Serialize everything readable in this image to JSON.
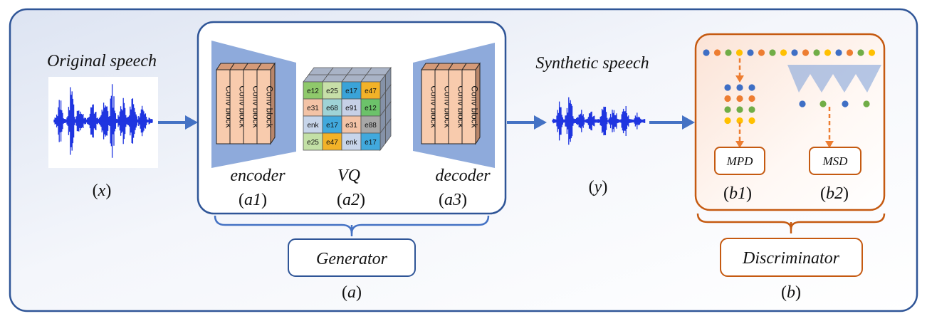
{
  "labels": {
    "original_speech": "Original speech",
    "x_label": "(",
    "x_var": "x",
    "x_close": ")",
    "synthetic_speech": "Synthetic speech",
    "y_open": "(",
    "y_var": "y",
    "y_close": ")"
  },
  "generator": {
    "encoder": "encoder",
    "encoder_id": "a1",
    "vq": "VQ",
    "vq_id": "a2",
    "decoder": "decoder",
    "decoder_id": "a3",
    "title": "Generator",
    "caption": "a",
    "conv_block_label": "Conv block",
    "codebook": [
      [
        "e12",
        "e25",
        "e17",
        "e47"
      ],
      [
        "e31",
        "e68",
        "e91",
        "e12"
      ],
      [
        "enk",
        "e17",
        "e31",
        "e88"
      ],
      [
        "e25",
        "e47",
        "enk",
        "e17"
      ]
    ],
    "codebook_colors": [
      [
        "#8fc96b",
        "#c7dfa8",
        "#3aa3d8",
        "#f2b228"
      ],
      [
        "#f3c3a6",
        "#9fd3d6",
        "#c6d0e6",
        "#6cc26a"
      ],
      [
        "#c7d5ea",
        "#41a9dd",
        "#f3c3a6",
        "#a7a7a7"
      ],
      [
        "#c3e0a6",
        "#f2b228",
        "#c7d5ea",
        "#41a9dd"
      ]
    ]
  },
  "discriminator": {
    "mpd": "MPD",
    "mpd_id": "b1",
    "msd": "MSD",
    "msd_id": "b2",
    "title": "Discriminator",
    "caption": "b"
  },
  "colors": {
    "frame": "#2f5597",
    "arrow": "#4472c4",
    "disc": "#c55a11",
    "waveform": "#1f35e0",
    "conv_fill": "#f8cbad",
    "trapezoid": "#8eaadb"
  }
}
